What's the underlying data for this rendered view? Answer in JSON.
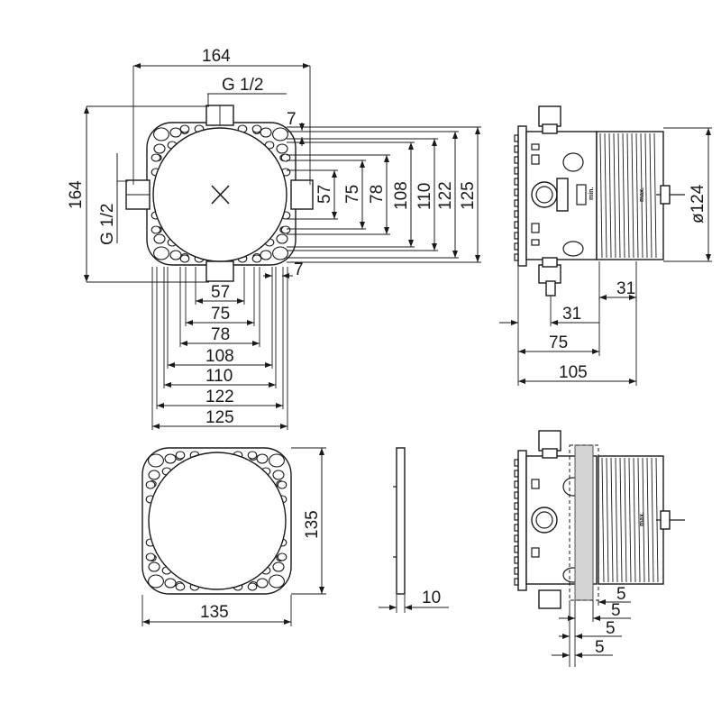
{
  "front_view": {
    "width": "164",
    "height": "164",
    "thread_top": "G 1/2",
    "thread_left": "G 1/2",
    "vertical_dims": [
      "57",
      "75",
      "78",
      "108",
      "110",
      "122",
      "125"
    ],
    "horizontal_dims": [
      "57",
      "75",
      "78",
      "108",
      "110",
      "122",
      "125"
    ],
    "offset_top": "7",
    "offset_bottom": "7"
  },
  "side_view": {
    "diameter": "ø124",
    "depth_31a": "31",
    "depth_31b": "31",
    "depth_75": "75",
    "depth_105": "105",
    "label_max": "max.",
    "label_min": "min."
  },
  "plate_view": {
    "width": "135",
    "height": "135"
  },
  "edge_view": {
    "thickness": "10"
  },
  "section_view": {
    "dims": [
      "5",
      "5",
      "5",
      "5"
    ],
    "label_max": "max."
  }
}
